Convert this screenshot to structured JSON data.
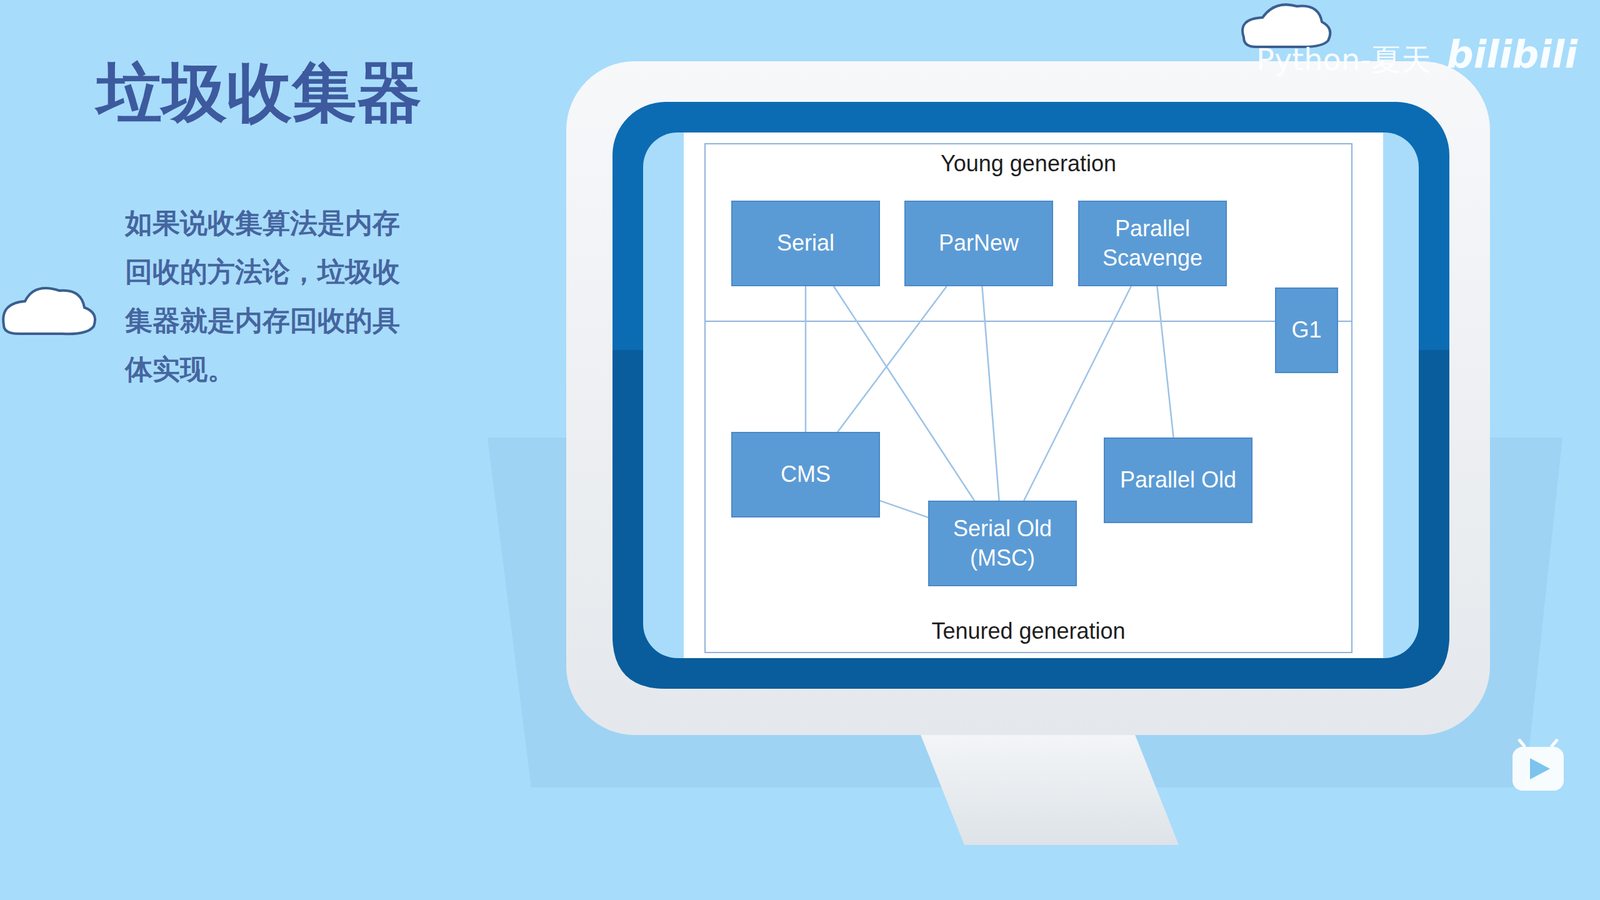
{
  "diagram": {
    "title": "垃圾收集器",
    "nodes": [
      {
        "text": [
          "Young generation",
          "Tenured generation"
        ]
      },
      {
        "text": [
          "Serial"
        ],
        "in": 0
      },
      {
        "text": [
          "ParNew"
        ],
        "in": 0
      },
      {
        "text": [
          "Parallel Scavenge"
        ],
        "in": 0
      },
      {
        "text": [
          "G1"
        ],
        "in": 0
      },
      {
        "text": [
          "CMS"
        ],
        "in": 0
      },
      {
        "text": [
          "Serial Old (MSC)"
        ],
        "in": 0
      },
      {
        "text": [
          "Parallel Old"
        ],
        "in": 0
      }
    ],
    "edges": [
      {
        "from": 1,
        "to": 5,
        "arrow": "none"
      },
      {
        "from": 1,
        "to": 6,
        "arrow": "none"
      },
      {
        "from": 2,
        "to": 5,
        "arrow": "none"
      },
      {
        "from": 2,
        "to": 6,
        "arrow": "none"
      },
      {
        "from": 3,
        "to": 6,
        "arrow": "none"
      },
      {
        "from": 3,
        "to": 7,
        "arrow": "none"
      },
      {
        "from": 5,
        "to": 6,
        "arrow": "none"
      }
    ],
    "labels": [
      "如果说收集算法是内存回收的方法论，垃圾收集器就是内存回收的具体实现。",
      "Python-夏天",
      "bilibili"
    ]
  }
}
